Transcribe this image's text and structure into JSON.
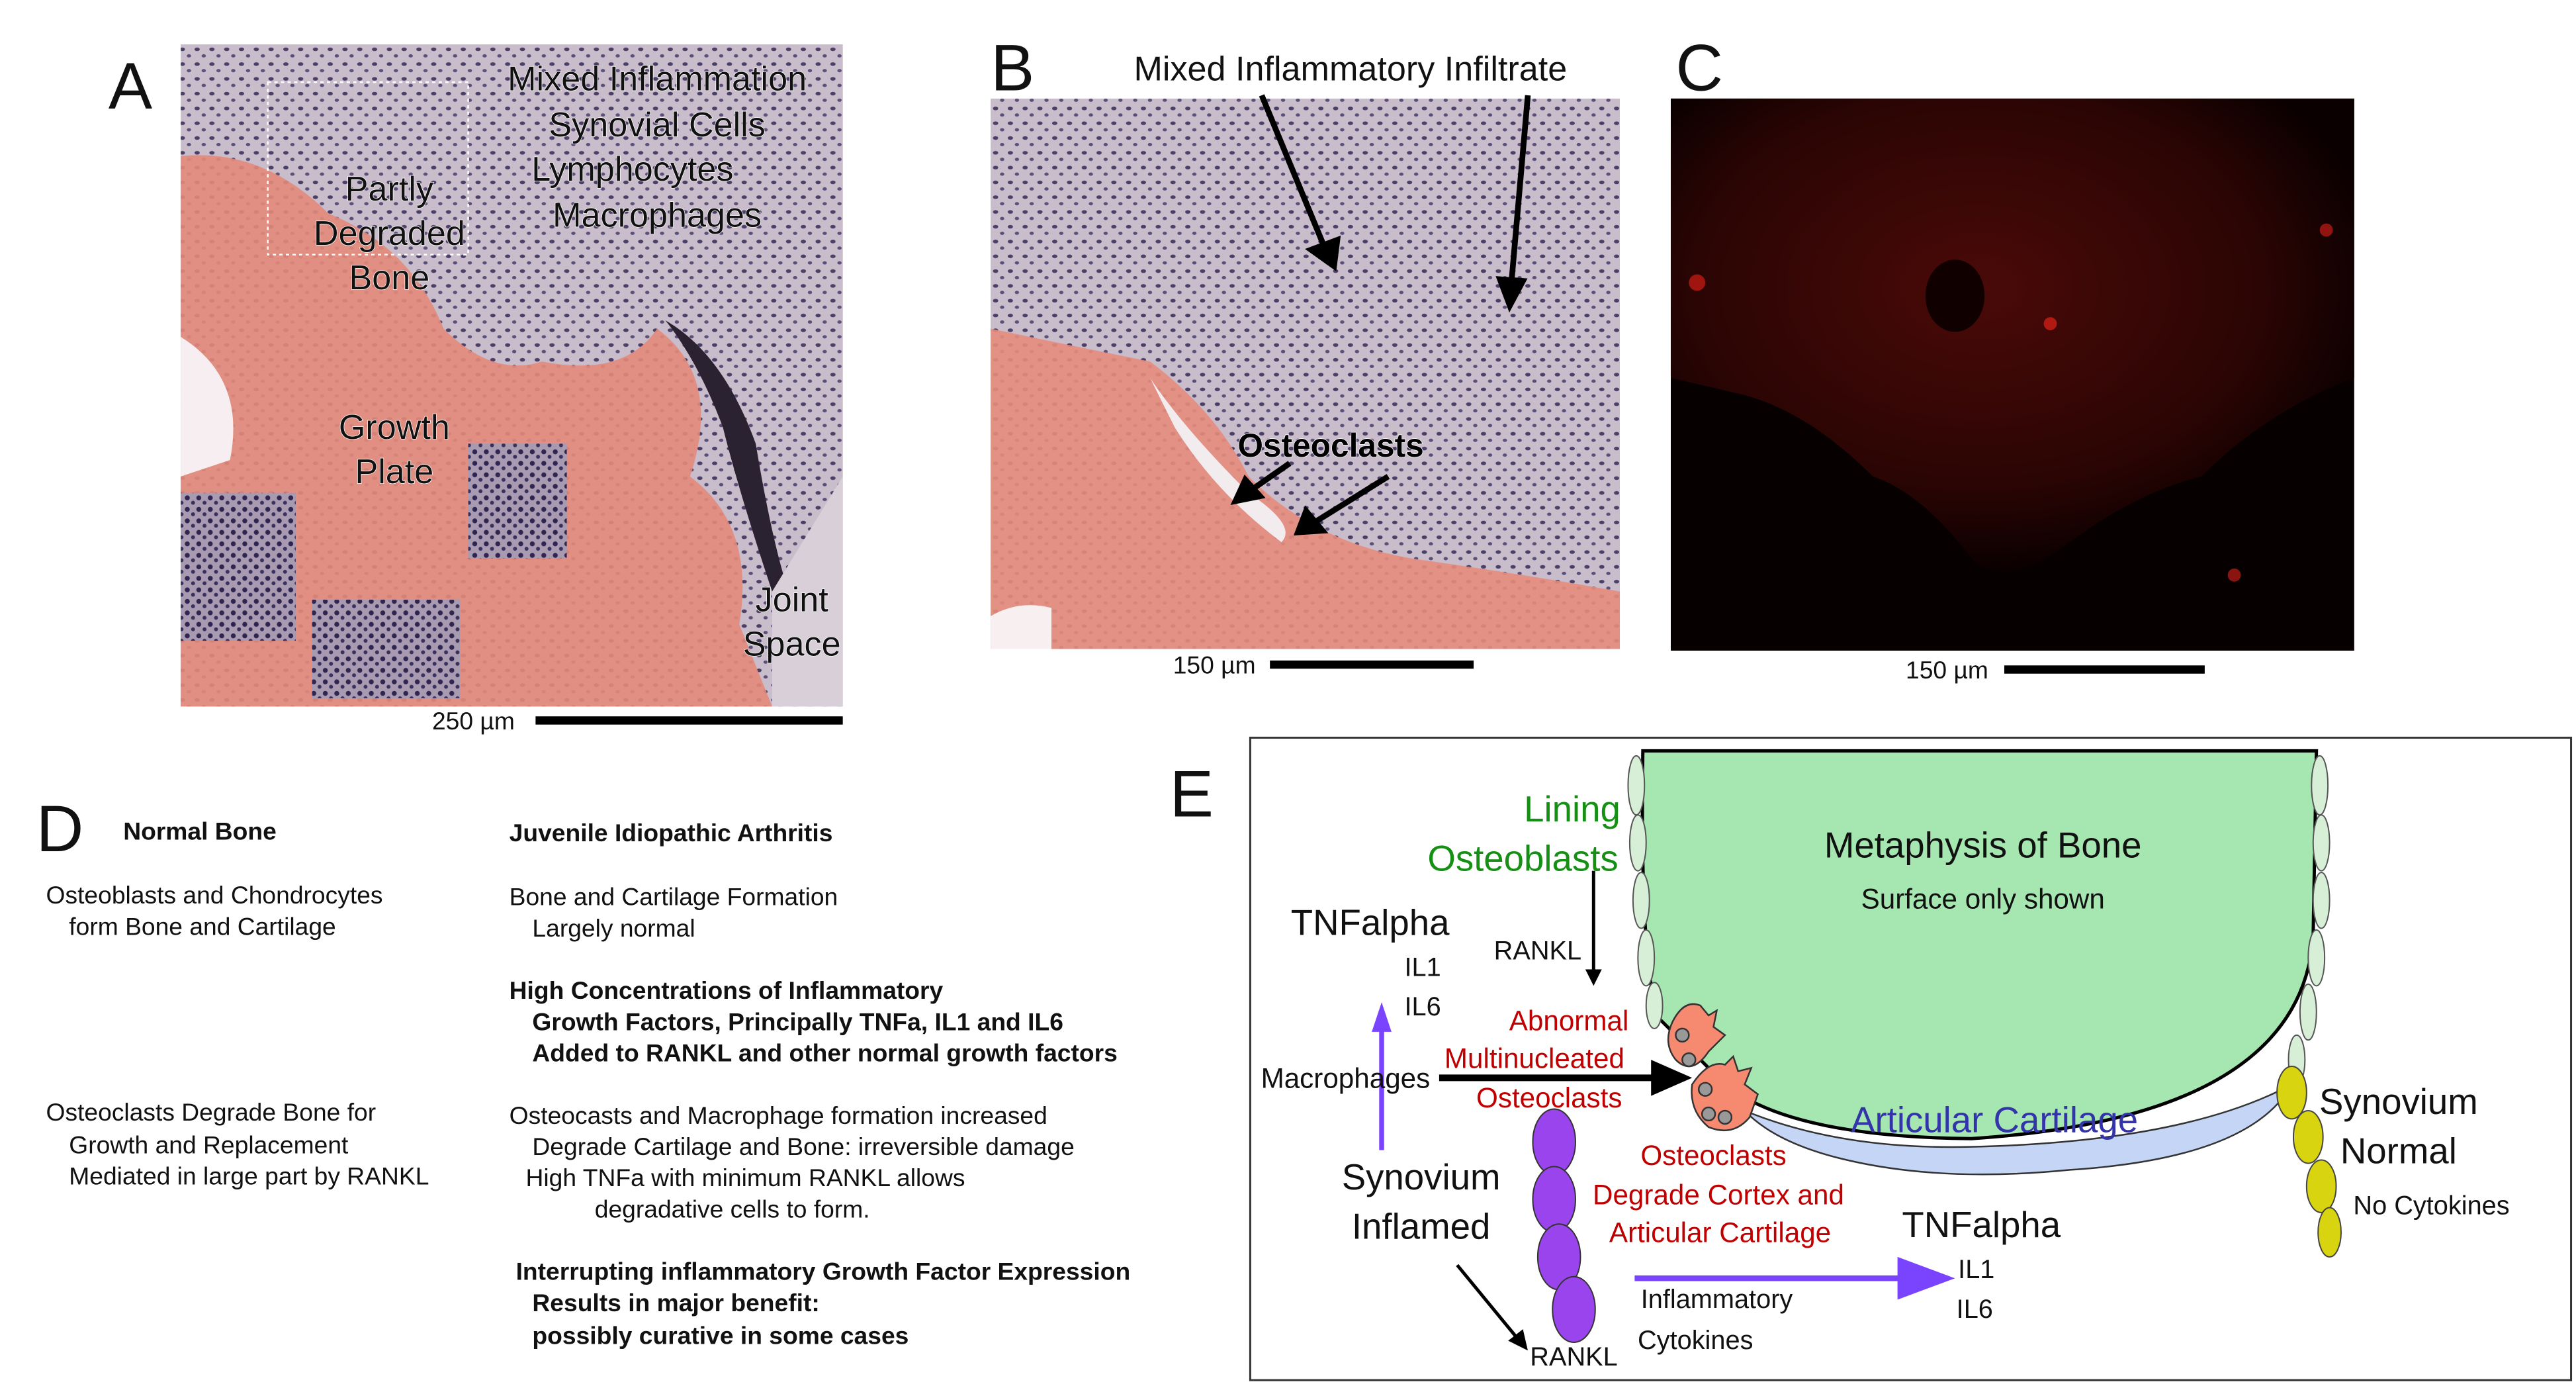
{
  "panels": {
    "a": {
      "letter": "A",
      "labels": {
        "inflammation": [
          "Mixed Inflammation",
          "Synovial Cells",
          "Lymphocytes",
          "Macrophages"
        ],
        "bone": [
          "Partly",
          "Degraded",
          "Bone"
        ],
        "growth_plate": [
          "Growth",
          "Plate"
        ],
        "joint_space": [
          "Joint",
          "Space"
        ]
      },
      "scale_label": "250 µm"
    },
    "b": {
      "letter": "B",
      "title": "Mixed Inflammatory Infiltrate",
      "osteoclasts_label": "Osteoclasts",
      "scale_label": "150 µm"
    },
    "c": {
      "letter": "C",
      "scale_label": "150 µm"
    },
    "d": {
      "letter": "D",
      "normal_heading": "Normal Bone",
      "jia_heading": "Juvenile Idiopathic Arthritis",
      "normal_lines_1": [
        "Osteoblasts and Chondrocytes",
        "form Bone and Cartilage"
      ],
      "normal_lines_2": [
        "Osteoclasts Degrade Bone for",
        "Growth and Replacement",
        "Mediated in large part by RANKL"
      ],
      "jia_lines_1": [
        "Bone and Cartilage Formation",
        "Largely normal"
      ],
      "jia_lines_2": [
        "High Concentrations of Inflammatory",
        "Growth Factors, Principally TNFa, IL1 and IL6",
        "Added to RANKL and other normal growth factors"
      ],
      "jia_lines_3": [
        "Osteocasts and Macrophage formation increased",
        "Degrade Cartilage and Bone: irreversible damage",
        "High TNFa with minimum RANKL allows",
        "degradative cells to form."
      ],
      "jia_lines_4": [
        "Interrupting inflammatory Growth Factor Expression",
        "Results in major benefit:",
        "possibly curative in some cases"
      ]
    },
    "e": {
      "letter": "E",
      "lining_osteoblasts": [
        "Lining",
        "Osteoblasts"
      ],
      "metaphysis": "Metaphysis of Bone",
      "surface_note": "Surface only shown",
      "tnf_left": "TNFalpha",
      "il1_left": "IL1",
      "il6_left": "IL6",
      "rankl_top": "RANKL",
      "abnormal_osteoclasts": [
        "Abnormal",
        "Multinucleated",
        "Osteoclasts"
      ],
      "macrophages": "Macrophages",
      "osteoclasts_degrade": [
        "Osteoclasts",
        "Degrade Cortex and",
        "Articular Cartilage"
      ],
      "articular_cartilage": "Articular Cartilage",
      "synovium_inflamed": [
        "Synovium",
        "Inflamed"
      ],
      "rankl_bottom": "RANKL",
      "inflammatory_cytokines": [
        "Inflammatory",
        "Cytokines"
      ],
      "tnf_right": "TNFalpha",
      "il1_right": "IL1",
      "il6_right": "IL6",
      "synovium_normal": [
        "Synovium",
        "Normal"
      ],
      "no_cytokines": "No Cytokines"
    }
  },
  "colors": {
    "bone_green": "#a6e6b0",
    "cartilage_blue": "#c5d5f5",
    "osteoclast_salmon": "#f58a70",
    "inflamed_purple": "#9a44ee",
    "normal_yellow": "#d8d410",
    "label_red": "#c00000",
    "label_green": "#159015",
    "cartilage_text": "#3333aa",
    "arrow_purple": "#7a44ff"
  }
}
